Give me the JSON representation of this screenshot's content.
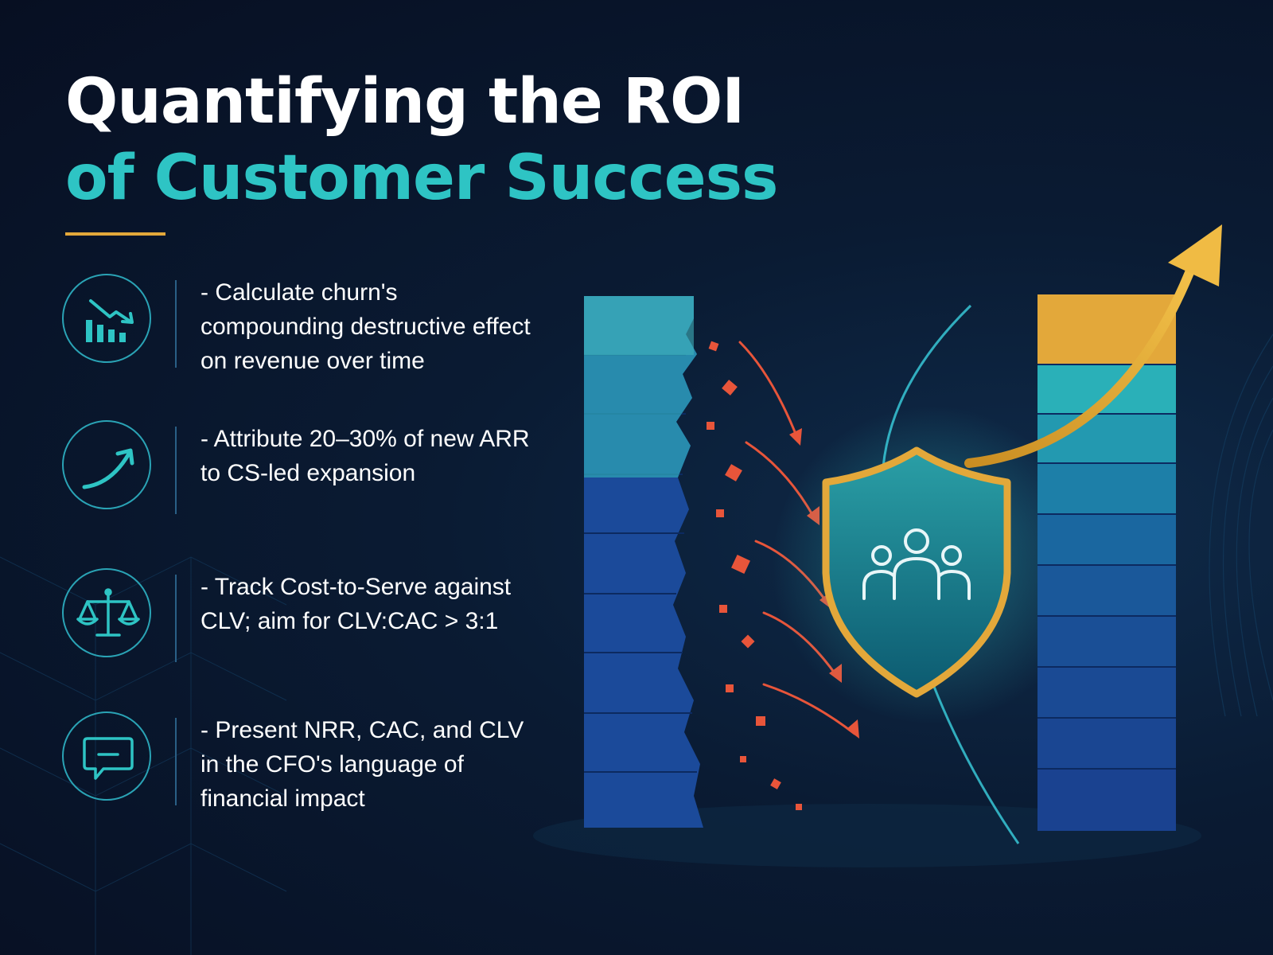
{
  "title": {
    "line1": "Quantifying the ROI",
    "line2": "of Customer Success"
  },
  "bullets": [
    {
      "icon": "declining-bar-chart-icon",
      "text": "- Calculate churn's compounding destructive effect on revenue over time"
    },
    {
      "icon": "rising-trend-arrow-icon",
      "text": "- Attribute 20–30% of new ARR to CS-led expansion"
    },
    {
      "icon": "balance-scale-icon",
      "text": "- Track Cost-to-Serve against CLV; aim for CLV:CAC > 3:1"
    },
    {
      "icon": "chat-bubble-icon",
      "text": "- Present NRR, CAC, and CLV in the CFO's language of financial impact"
    }
  ],
  "colors": {
    "accent_teal": "#2ec4c4",
    "accent_gold": "#e3a83a",
    "churn_red": "#e8553a"
  }
}
